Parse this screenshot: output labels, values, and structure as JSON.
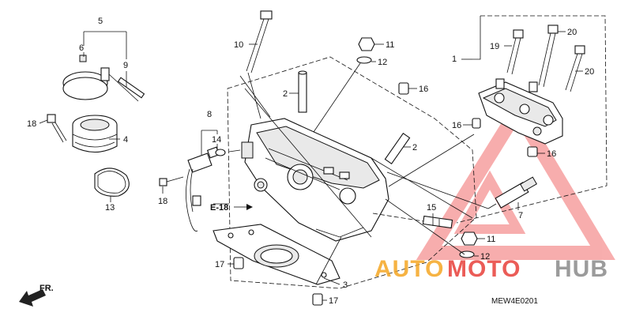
{
  "diagram": {
    "callouts": {
      "c1": "1",
      "c2a": "2",
      "c2b": "2",
      "c3": "3",
      "c4": "4",
      "c5": "5",
      "c6": "6",
      "c7": "7",
      "c8": "8",
      "c9": "9",
      "c10": "10",
      "c11a": "11",
      "c11b": "11",
      "c12a": "12",
      "c12b": "12",
      "c13": "13",
      "c14": "14",
      "c15": "15",
      "c16a": "16",
      "c16b": "16",
      "c16c": "16",
      "c17a": "17",
      "c17b": "17",
      "c18a": "18",
      "c18b": "18",
      "c19": "19",
      "c20a": "20",
      "c20b": "20"
    },
    "reference": "E-18",
    "front_marker": "FR.",
    "drawing_code": "MEW4E0201"
  },
  "watermark": {
    "text_auto": "AUTO",
    "text_moto": "MOTO",
    "text_hub": "HUB",
    "color_orange": "#f5a623",
    "color_red": "#e8403a",
    "color_gray": "#8a8a8a"
  }
}
